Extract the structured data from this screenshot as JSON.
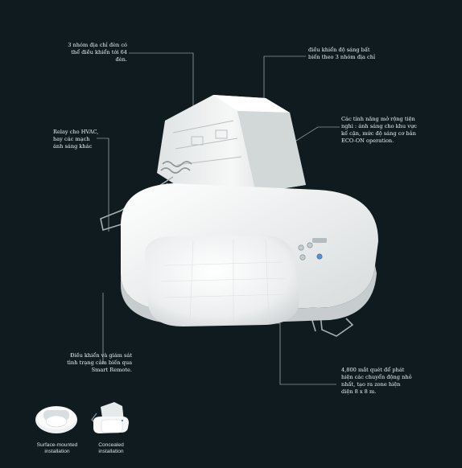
{
  "callouts": {
    "dimming": "3 nhóm địa chỉ đèn có\nthể điều khiển tới 64\nđèn.",
    "constant_light": "điều   khiển   độ   sáng   bất\nbiến theo 3 nhóm địa chỉ",
    "extensions": "Các tính năng mở rộng tiện\nnghi  : ánh sáng cho khu vực\nkế cận, mức độ sáng cơ bản\nECO-ON operation.",
    "relay": "Relay cho HVAC,\nhay các mạch\nánh sáng khác",
    "remote": "Điều khiển và giám sát\ntình trạng cảm biến qua\nSmart Remote.",
    "detection": "4,800 mắt quét để phát\nhiện các chuyển động nhỏ\nnhất, tạo ra zone hiện\ndiện  8 x 8 m."
  },
  "installations": [
    {
      "caption": "Surface-mounted\ninstallation"
    },
    {
      "caption": "Concealed\ninstallation"
    }
  ],
  "colors": {
    "background": "#0f1b1f",
    "leader_line": "#c9d3d6",
    "housing": "#f4f5f5"
  },
  "icons": {
    "product": "ceiling-presence-detector",
    "surface": "surface-mounted-detector",
    "concealed": "concealed-detector"
  }
}
